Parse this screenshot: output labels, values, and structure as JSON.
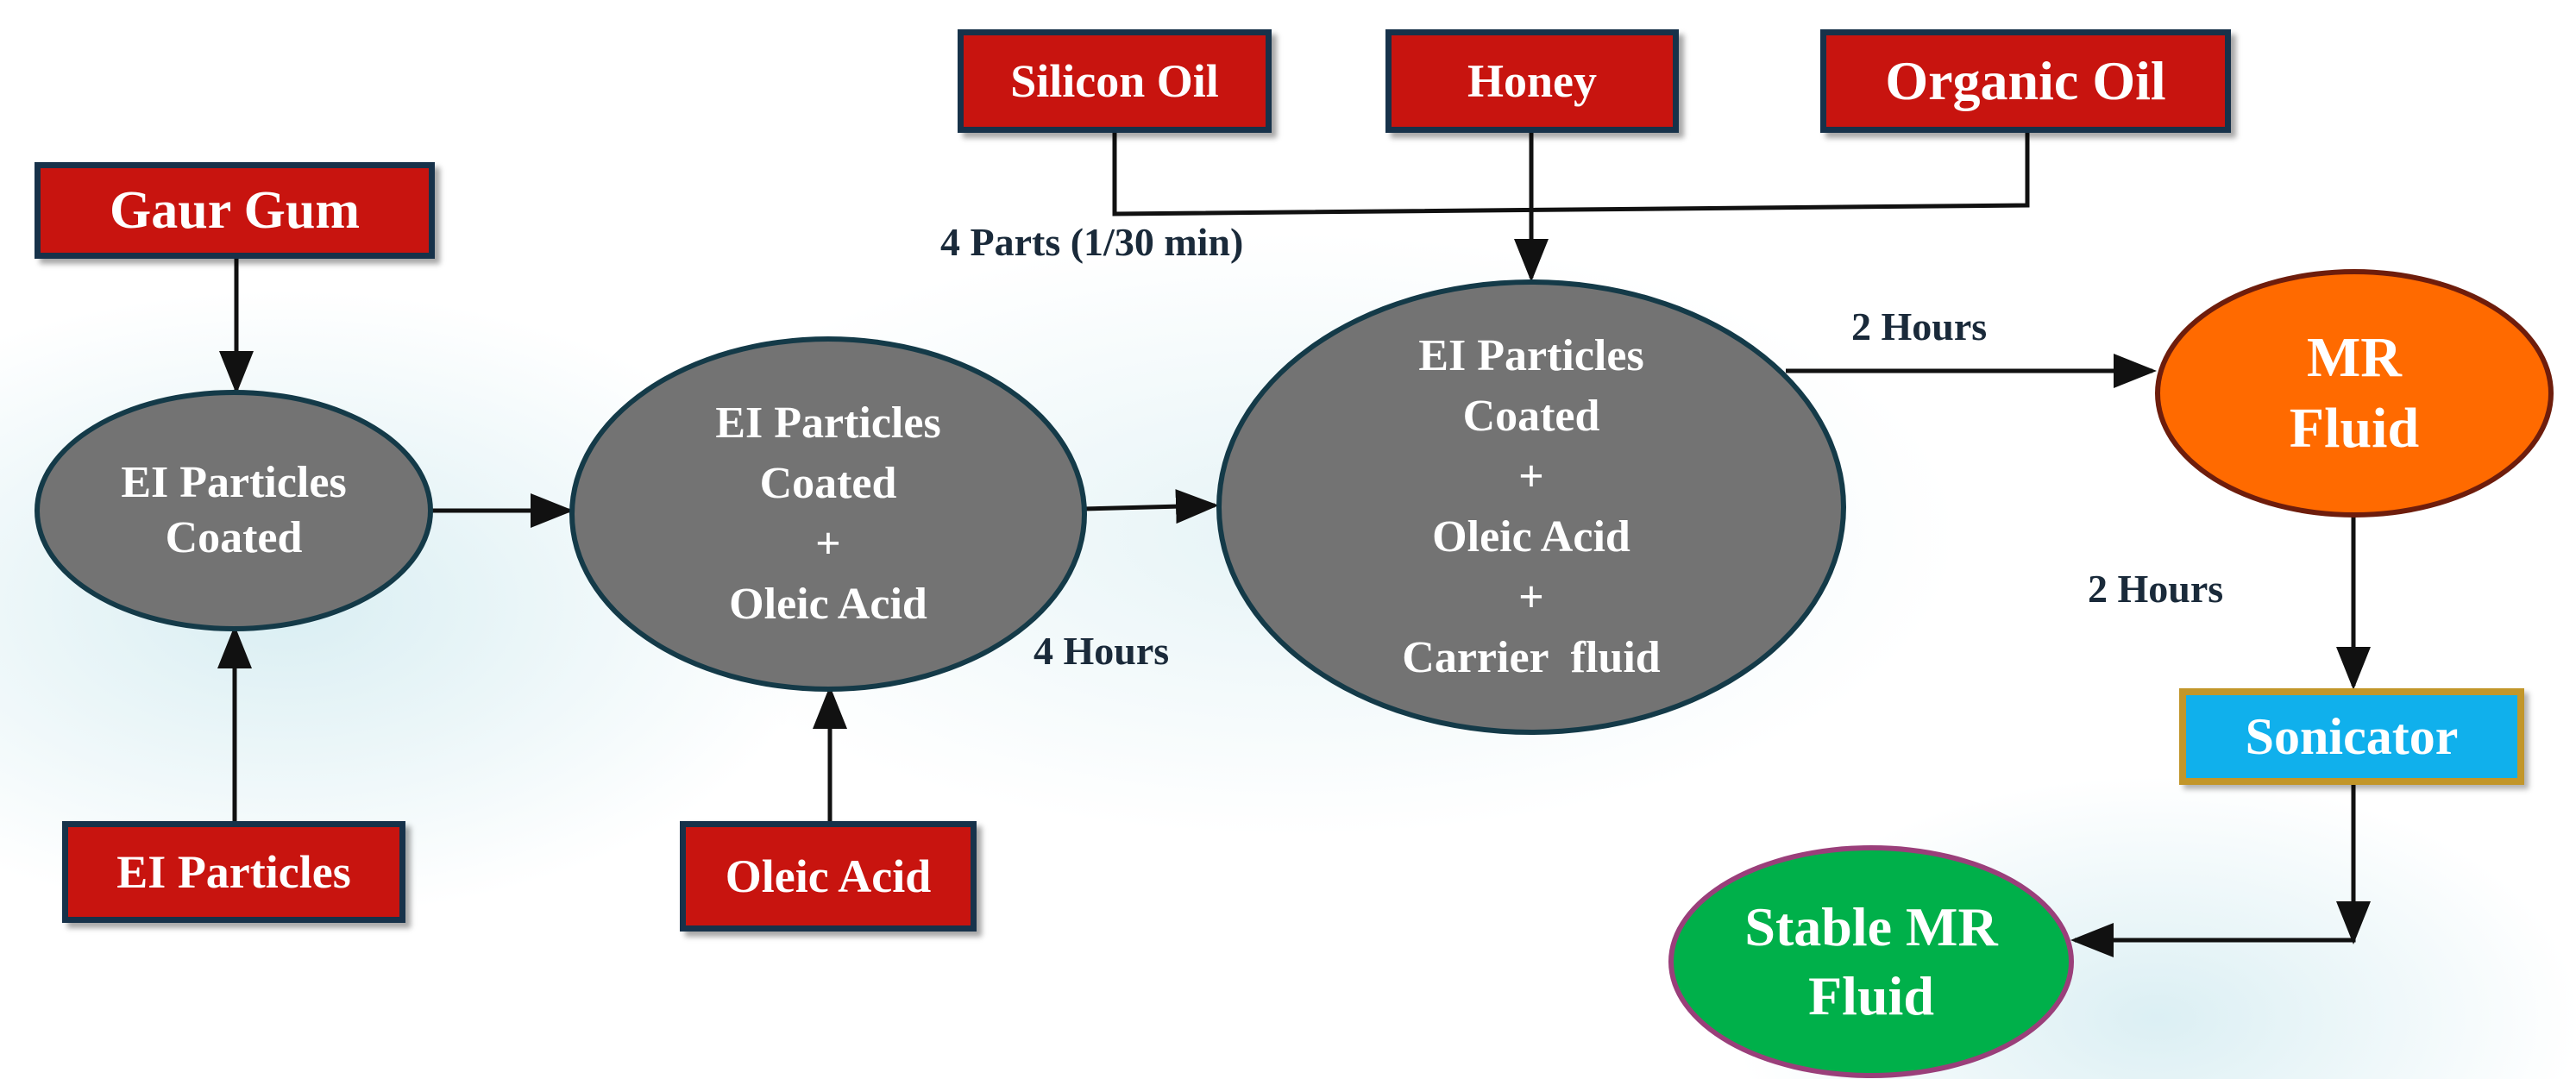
{
  "boxes": {
    "silicon_oil": "Silicon Oil",
    "honey": "Honey",
    "organic_oil": "Organic Oil",
    "gaur_gum": "Gaur Gum",
    "ei_particles": "EI Particles",
    "oleic_acid": "Oleic Acid",
    "sonicator": "Sonicator"
  },
  "nodes": {
    "coated": [
      "EI Particles",
      "Coated"
    ],
    "coated_oleic": [
      "EI Particles",
      "Coated",
      "+",
      "Oleic Acid"
    ],
    "coated_oleic_carrier": [
      "EI Particles",
      "Coated",
      "+",
      "Oleic Acid",
      "+",
      "Carrier  fluid"
    ],
    "mr_fluid": [
      "MR",
      "Fluid"
    ],
    "stable_mr_fluid": [
      "Stable MR",
      "Fluid"
    ]
  },
  "labels": {
    "four_parts": "4 Parts (1/30 min)",
    "four_hours": "4 Hours",
    "two_hours_top": "2 Hours",
    "two_hours_right": "2 Hours"
  },
  "colors": {
    "box_red": "#c8140f",
    "box_blue": "#10b0ec",
    "node_gray": "#737373",
    "node_orange": "#ff6a00",
    "node_green": "#00b04a",
    "connector": "#111111"
  }
}
